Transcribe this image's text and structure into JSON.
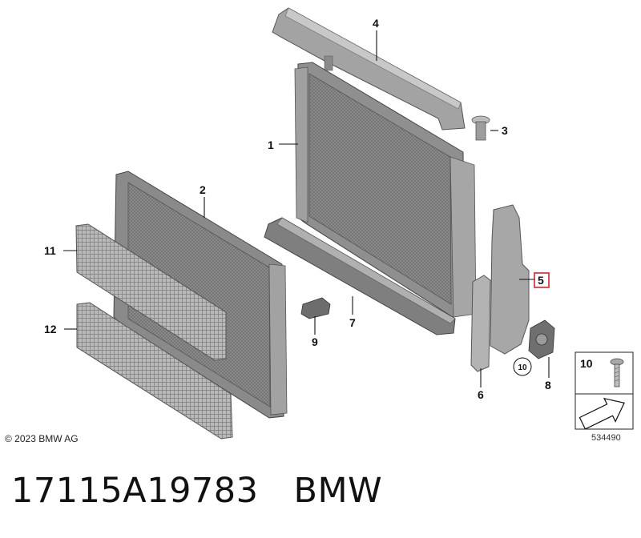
{
  "diagram": {
    "callouts": {
      "n1": "1",
      "n2": "2",
      "n3": "3",
      "n4": "4",
      "n5": "5",
      "n6": "6",
      "n7": "7",
      "n8": "8",
      "n9": "9",
      "n10": "10",
      "n11": "11",
      "n12": "12"
    },
    "legend": {
      "item_number": "10"
    },
    "copyright": "© 2023 BMW AG",
    "drawing_number": "534490"
  },
  "caption": {
    "part_number": "17115A19783",
    "brand": "BMW"
  },
  "colors": {
    "part_fill": "#9a9a9a",
    "part_dark": "#6e6e6e",
    "part_light": "#c4c4c4",
    "highlight": "#e0202a",
    "text": "#111111"
  }
}
